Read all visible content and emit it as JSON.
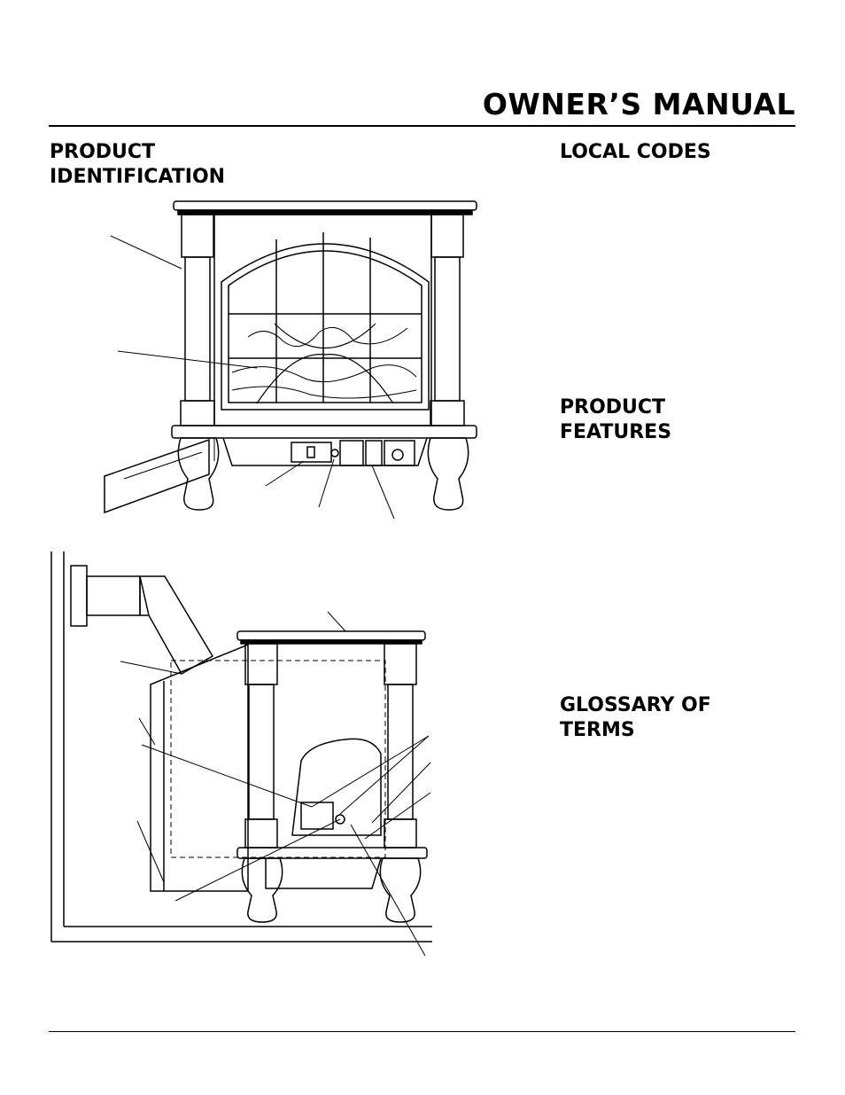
{
  "header": {
    "title": "OWNER’S MANUAL"
  },
  "sections": {
    "product_identification": {
      "line1": "PRODUCT",
      "line2": "IDENTIFICATION"
    },
    "local_codes": {
      "line1": "LOCAL CODES"
    },
    "product_features": {
      "line1": "PRODUCT",
      "line2": "FEATURES"
    },
    "glossary": {
      "line1": "GLOSSARY OF",
      "line2": "TERMS"
    }
  }
}
